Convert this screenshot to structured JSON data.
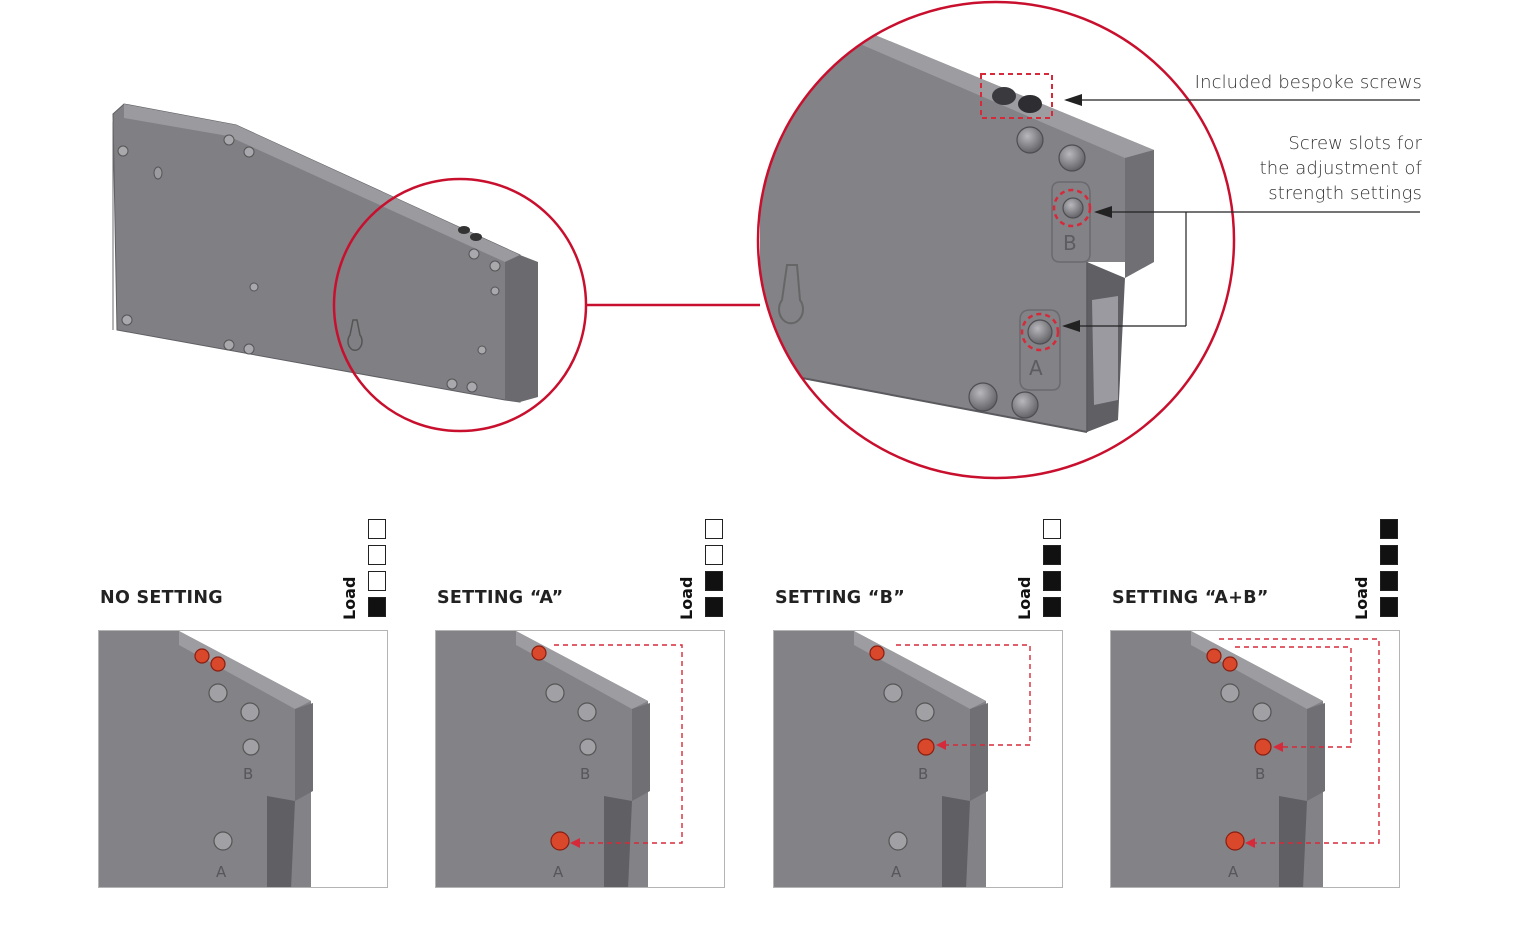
{
  "callouts": {
    "screws": "Included bespoke screws",
    "slots_line1": "Screw slots for",
    "slots_line2": "the adjustment of",
    "slots_line3": "strength settings"
  },
  "slot_letters": {
    "a": "A",
    "b": "B"
  },
  "load_label": "Load",
  "settings": [
    {
      "title": "NO SETTING",
      "load_filled": 1,
      "active_a": false,
      "active_b": false
    },
    {
      "title": "SETTING “A”",
      "load_filled": 2,
      "active_a": true,
      "active_b": false
    },
    {
      "title": "SETTING “B”",
      "load_filled": 3,
      "active_a": false,
      "active_b": true
    },
    {
      "title": "SETTING “A+B”",
      "load_filled": 4,
      "active_a": true,
      "active_b": true
    }
  ],
  "colors": {
    "accent_red": "#c8102e",
    "dashed_red": "#d62a3a",
    "body_gray": "#7f7f84",
    "highlight_screw": "#d9482b"
  }
}
